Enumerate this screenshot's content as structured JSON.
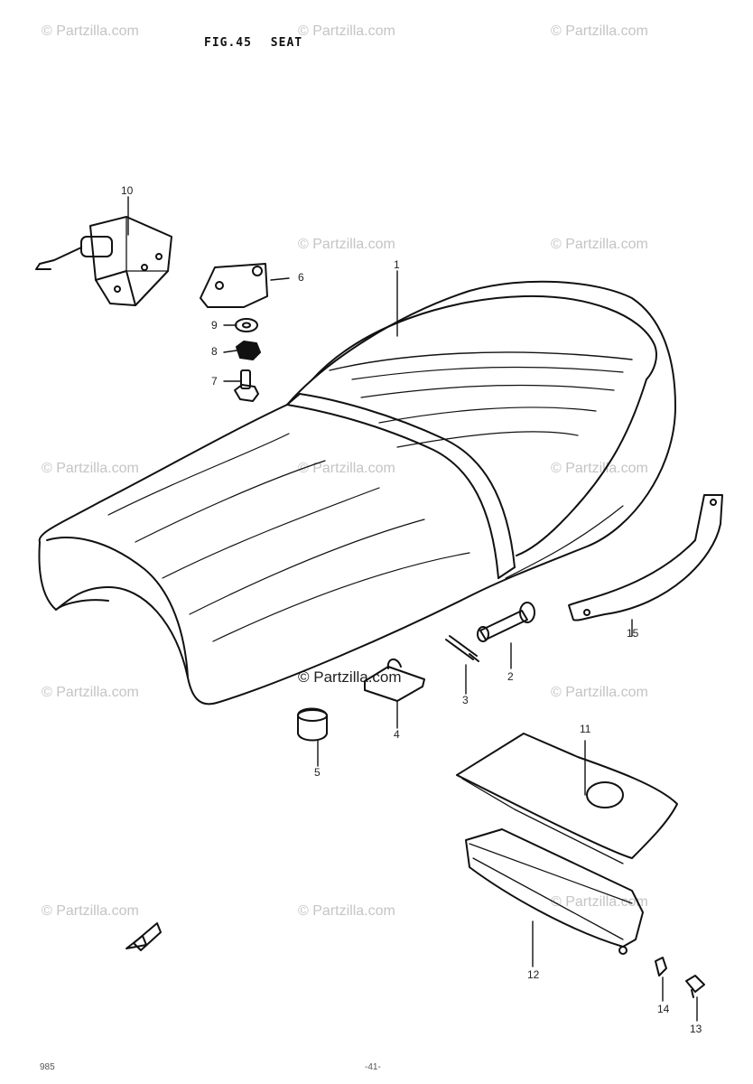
{
  "title": {
    "fig": "FIG.45",
    "name": "SEAT"
  },
  "watermark": {
    "text": "© Partzilla.com",
    "color": "#c4c4c4",
    "strong_color": "#222222"
  },
  "callouts": {
    "c1": "1",
    "c2": "2",
    "c3": "3",
    "c4": "4",
    "c5": "5",
    "c6": "6",
    "c7": "7",
    "c8": "8",
    "c9": "9",
    "c10": "10",
    "c11": "11",
    "c12": "12",
    "c13": "13",
    "c14": "14",
    "c15": "15"
  },
  "footer": {
    "left": "985",
    "center": "-41-"
  },
  "icons": [
    "seat",
    "seat-lock",
    "lock-plate",
    "washer",
    "nut",
    "bolt",
    "strap",
    "seat-bolt",
    "cotter-pin",
    "clip",
    "seat-damper",
    "tray-cover",
    "tray",
    "tape-clip",
    "screw",
    "direction-arrow"
  ]
}
